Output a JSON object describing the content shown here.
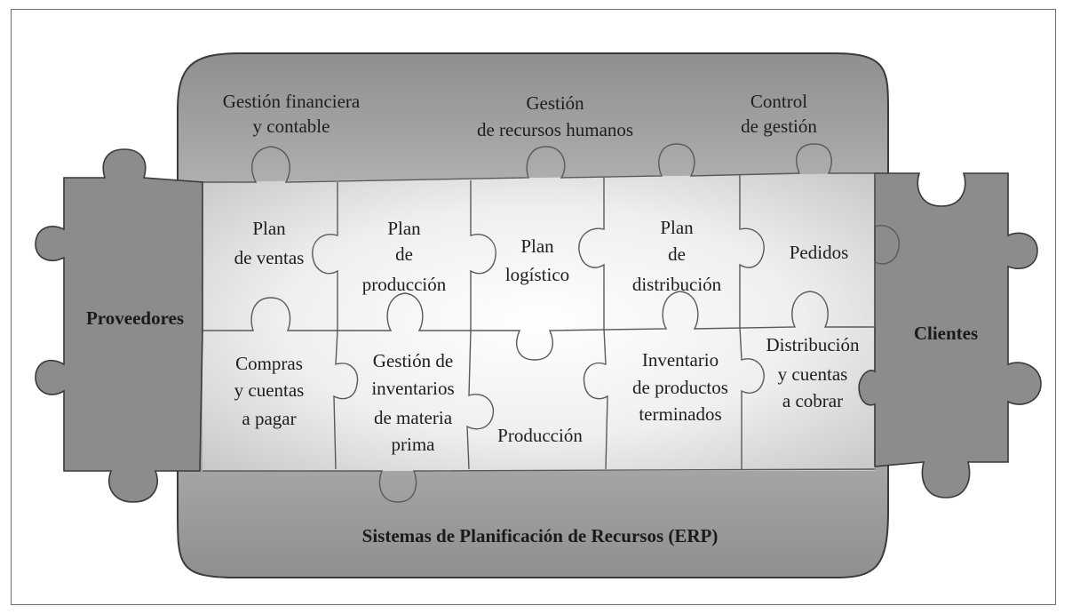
{
  "diagram": {
    "top_modules": [
      [
        "Gestión financiera",
        "y contable"
      ],
      [
        "Gestión",
        "de recursos humanos"
      ],
      [
        "Control",
        "de gestión"
      ]
    ],
    "pieces_row1": [
      [
        "Plan",
        "de ventas"
      ],
      [
        "Plan",
        "de",
        "producción"
      ],
      [
        "Plan",
        "logístico"
      ],
      [
        "Plan",
        "de",
        "distribución"
      ],
      [
        "Pedidos"
      ]
    ],
    "pieces_row2": [
      [
        "Compras",
        "y cuentas",
        "a pagar"
      ],
      [
        "Gestión de",
        "inventarios",
        "de materia",
        "prima"
      ],
      [
        "Producción"
      ],
      [
        "Inventario",
        "de productos",
        "terminados"
      ],
      [
        "Distribución",
        "y cuentas",
        "a cobrar"
      ]
    ],
    "left_piece": "Proveedores",
    "right_piece": "Clientes",
    "bottom_title": "Sistemas de Planificación de Recursos (ERP)"
  },
  "colors": {
    "frame_fill": "#a9a9a9",
    "side_pieces": "#8c8c8c",
    "piece_center": "#ffffff",
    "piece_edge": "#cfcfcf",
    "outline": "#3a3a3a"
  }
}
